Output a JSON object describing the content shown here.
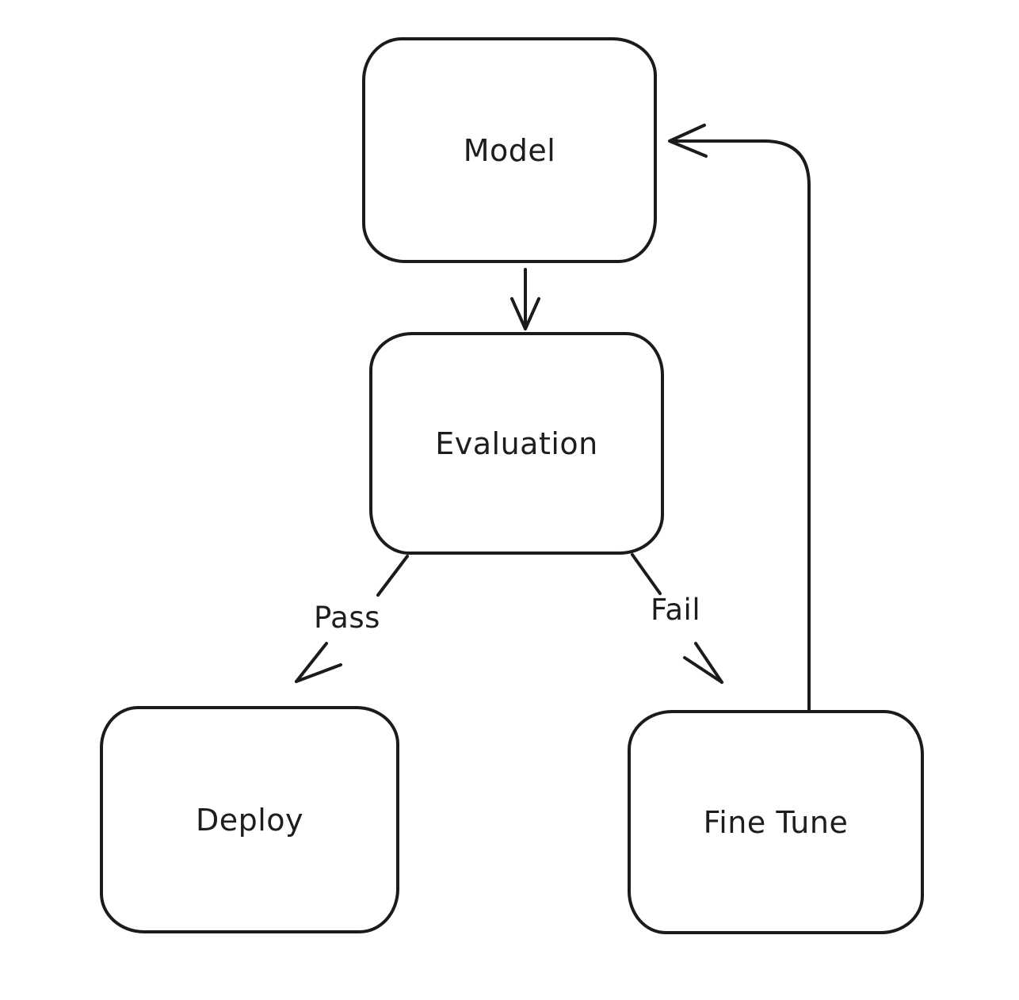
{
  "diagram": {
    "type": "flowchart",
    "style": "hand-drawn",
    "colors": {
      "background": "#ffffff",
      "stroke": "#1b1b1b",
      "text": "#1d1d1d"
    },
    "nodes": {
      "model": {
        "label": "Model"
      },
      "evaluation": {
        "label": "Evaluation"
      },
      "deploy": {
        "label": "Deploy"
      },
      "fine_tune": {
        "label": "Fine Tune"
      }
    },
    "edges": [
      {
        "from": "Model",
        "to": "Evaluation"
      },
      {
        "from": "Evaluation",
        "to": "Deploy",
        "label": "Pass"
      },
      {
        "from": "Evaluation",
        "to": "Fine Tune",
        "label": "Fail"
      },
      {
        "from": "Fine Tune",
        "to": "Model"
      }
    ]
  }
}
